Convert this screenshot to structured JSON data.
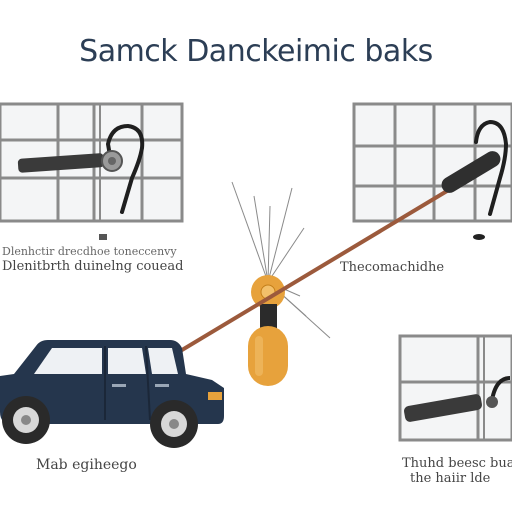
{
  "title": "Samck Danckeimic baks",
  "captions": {
    "top_left_line1": "Dlenhctir drecdhoe toneccenvy",
    "top_left_line2": "Dlenitbrth duinelng couead",
    "top_right": "Thecomachidhe",
    "bottom_left": "Mab egiheego",
    "bottom_right_line1": "Thuhd beesc buae",
    "bottom_right_line2": "the haiir lde"
  },
  "colors": {
    "title": "#2c3e55",
    "window_frame": "#8a8a8a",
    "window_glass": "#f4f5f6",
    "handle": "#3a3a3a",
    "rod": "#9c5a3c",
    "car_body": "#25364d",
    "orange": "#e7a23c"
  },
  "icons": [
    "window-icon",
    "hook-icon",
    "car-icon",
    "lamp-icon",
    "rod-icon",
    "wheel-icon"
  ]
}
